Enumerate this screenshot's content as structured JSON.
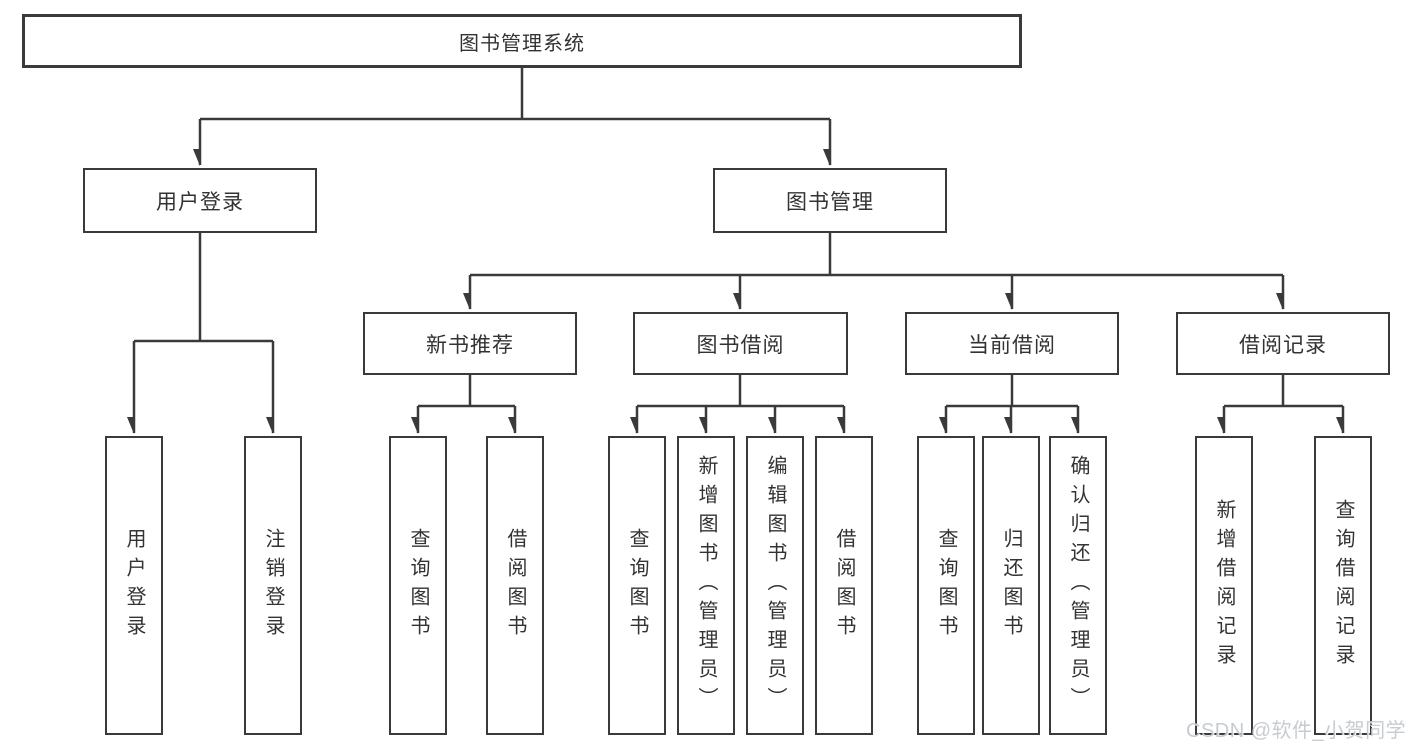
{
  "colors": {
    "line": "#3a3a3a",
    "text": "#333333",
    "watermark": "#c3c7cf"
  },
  "diagram": {
    "root": {
      "label": "图书管理系统",
      "children": [
        {
          "label": "用户登录",
          "children": [
            {
              "label": "用户登录"
            },
            {
              "label": "注销登录"
            }
          ]
        },
        {
          "label": "图书管理",
          "children": [
            {
              "label": "新书推荐",
              "children": [
                {
                  "label": "查询图书"
                },
                {
                  "label": "借阅图书"
                }
              ]
            },
            {
              "label": "图书借阅",
              "children": [
                {
                  "label": "查询图书"
                },
                {
                  "label": "新增图书（管理员）"
                },
                {
                  "label": "编辑图书（管理员）"
                },
                {
                  "label": "借阅图书"
                }
              ]
            },
            {
              "label": "当前借阅",
              "children": [
                {
                  "label": "查询图书"
                },
                {
                  "label": "归还图书"
                },
                {
                  "label": "确认归还（管理员）"
                }
              ]
            },
            {
              "label": "借阅记录",
              "children": [
                {
                  "label": "新增借阅记录"
                },
                {
                  "label": "查询借阅记录"
                }
              ]
            }
          ]
        }
      ]
    }
  },
  "watermark": "CSDN @软件_小贺同学"
}
